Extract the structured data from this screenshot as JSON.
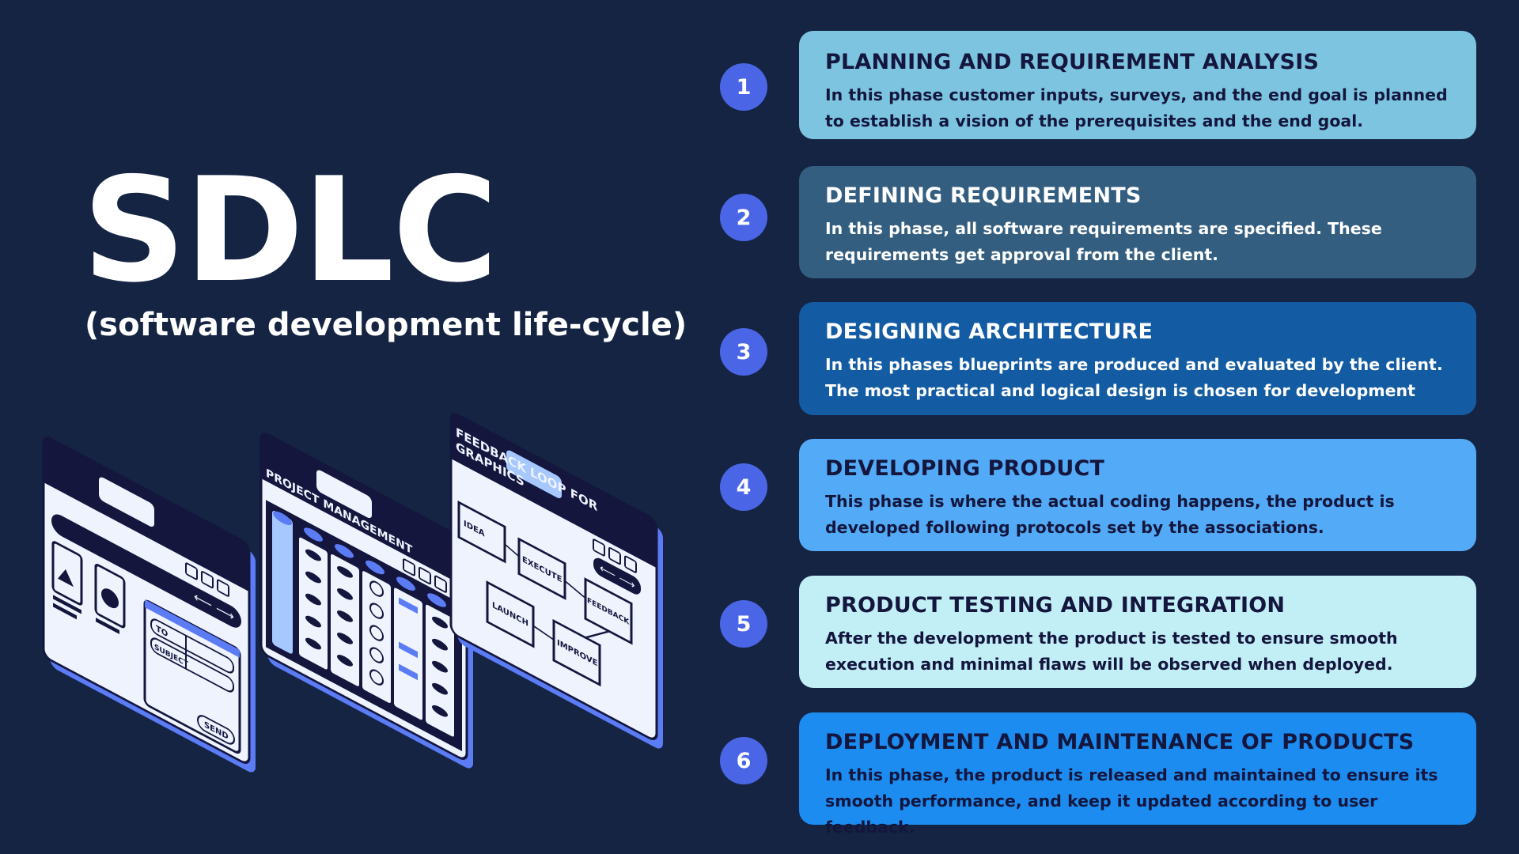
{
  "header": {
    "title": "SDLC",
    "subtitle": "(software development life-cycle)"
  },
  "illustration": {
    "window1": {
      "to_label": "TO",
      "subject_label": "SUBJECT",
      "send_label": "SEND"
    },
    "window2": {
      "title": "PROJECT MANAGEMENT"
    },
    "window3": {
      "title_line1": "FEEDBACK LOOP FOR",
      "title_line2": "GRAPHICS",
      "nodes": [
        "IDEA",
        "EXECUTE",
        "FEEDBACK",
        "IMPROVE",
        "LAUNCH"
      ]
    }
  },
  "steps": [
    {
      "number": "1",
      "title": "PLANNING AND REQUIREMENT ANALYSIS",
      "description": "In this phase customer inputs, surveys, and the end goal is planned to establish a vision of the prerequisites and the end goal.",
      "bg": "#7cc4e0"
    },
    {
      "number": "2",
      "title": "DEFINING REQUIREMENTS",
      "description": "In this phase, all software requirements are specified. These requirements get approval from the client.",
      "bg": "#345e7f"
    },
    {
      "number": "3",
      "title": "DESIGNING ARCHITECTURE",
      "description": "In this phases blueprints are produced and evaluated by the client. The most practical and logical design is chosen for development",
      "bg": "#135ca3"
    },
    {
      "number": "4",
      "title": "DEVELOPING PRODUCT",
      "description": "This phase is where the actual coding happens, the product is developed following protocols set by the associations.",
      "bg": "#53aaf6"
    },
    {
      "number": "5",
      "title": "PRODUCT TESTING AND INTEGRATION",
      "description": "After the development the product is tested to ensure smooth execution and minimal flaws will be observed when deployed.",
      "bg": "#c2eff6"
    },
    {
      "number": "6",
      "title": "DEPLOYMENT AND MAINTENANCE OF PRODUCTS",
      "description": "In this phase, the product is released and maintained to ensure its smooth performance, and keep it updated according to user feedback.",
      "bg": "#1c8cf0"
    }
  ],
  "colors": {
    "background": "#152443",
    "badge": "#4a66e6",
    "accent_blue": "#5b7cf5",
    "light_panel": "#eef3fe"
  }
}
